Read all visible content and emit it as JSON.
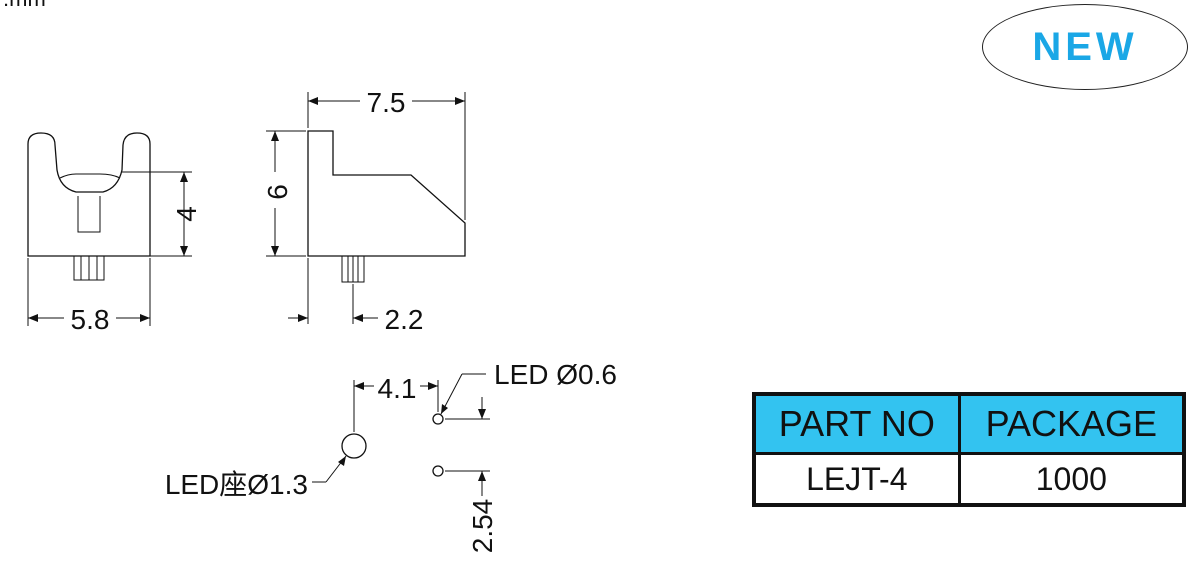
{
  "header": {
    "unit_label": "NIT:mm"
  },
  "badge": {
    "text": "NEW",
    "text_color": "#1aa7e6",
    "border_color": "#222222"
  },
  "front_view": {
    "width_dim": "5.8",
    "height_dim": "4"
  },
  "side_view": {
    "length_dim": "7.5",
    "height_dim": "6",
    "pin_dim": "2.2"
  },
  "pcb_layout": {
    "spacing_dim": "4.1",
    "led_hole_label": "LED Ø0.6",
    "led_seat_label": "LED座Ø1.3",
    "pitch_dim": "2.54"
  },
  "spec_table": {
    "header_bg": "#33c3f0",
    "columns": [
      "PART NO",
      "PACKAGE"
    ],
    "rows": [
      [
        "LEJT-4",
        "1000"
      ]
    ]
  }
}
